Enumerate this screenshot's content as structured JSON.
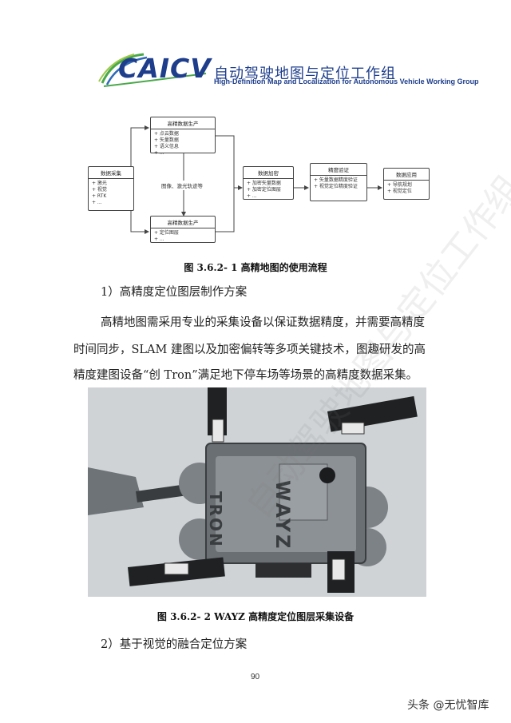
{
  "header": {
    "logo_text": "CAICV",
    "cn_title": "自动驾驶地图与定位工作组",
    "en_title": "High-Definition Map and Localization for Autonomous Vehicle Working Group"
  },
  "diagram": {
    "box_production_top": {
      "title": "高精数据生产",
      "items": [
        "+ 点云数据",
        "+ 矢量数据",
        "+ 语义信息",
        "+ ..."
      ]
    },
    "box_collection": {
      "title": "数据采集",
      "items": [
        "+ 激光",
        "+ 视觉",
        "+ RTK",
        "+ ..."
      ]
    },
    "box_production_bottom": {
      "title": "高精数据生产",
      "items": [
        "+ 定位图层",
        "+ ..."
      ]
    },
    "box_encryption": {
      "title": "数据加密",
      "items": [
        "+ 加密矢量数据",
        "+ 加密定位图层",
        "+ ..."
      ]
    },
    "box_verification": {
      "title": "精度验证",
      "items": [
        "+ 矢量数据精度验证",
        "+ 视觉定位精度验证"
      ]
    },
    "box_application": {
      "title": "数据应用",
      "items": [
        "+ 导航规划",
        "+ 视觉定位"
      ]
    },
    "edge_label": "图像、激光轨迹等"
  },
  "figure1_caption": "图 3.6.2- 1 高精地图的使用流程",
  "section1_heading": "1）高精度定位图层制作方案",
  "paragraph_lines": [
    "高精地图需采用专业的采集设备以保证数据精度，并需要高精度",
    "时间同步，SLAM 建图以及加密偏转等多项关键技术，图趣研发的高",
    "精度建图设备“创 Tron”满足地下停车场等场景的高精度数据采集。"
  ],
  "photo": {
    "device_label": "TRON",
    "side_label": "WAYZ"
  },
  "figure2_caption": "图 3.6.2- 2 WAYZ 高精度定位图层采集设备",
  "section2_heading": "2）基于视觉的融合定位方案",
  "page_number": "90",
  "footer_tag": "头条 @无忧智库",
  "watermark": "自动驾驶地图与定位工作组",
  "colors": {
    "brand_blue": "#1e3e8c",
    "logo_green": "#4aa84a"
  }
}
